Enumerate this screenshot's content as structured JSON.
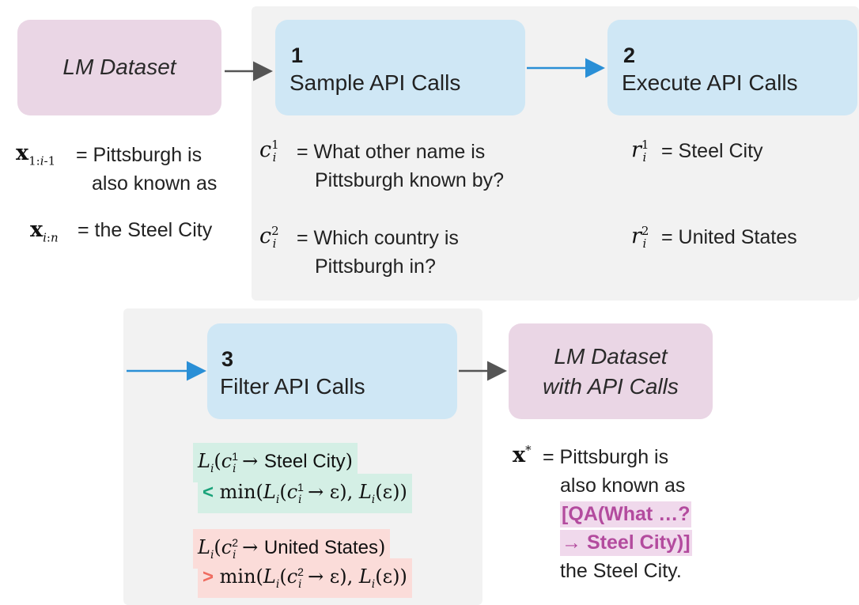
{
  "lm_dataset": "LM Dataset",
  "step1": {
    "number": "1",
    "label": "Sample API Calls"
  },
  "step2": {
    "number": "2",
    "label": "Execute API Calls"
  },
  "step3": {
    "number": "3",
    "label": "Filter API Calls"
  },
  "output_box": {
    "line1": "LM Dataset",
    "line2": "with API Calls"
  },
  "input": {
    "x_prefix_eq": "= Pittsburgh is",
    "x_prefix_cont": "also known as",
    "x_suffix_eq": "= the Steel City"
  },
  "calls": {
    "c1_line1": "= What other name is",
    "c1_line2": "Pittsburgh known by?",
    "c2_line1": "= Which country is",
    "c2_line2": "Pittsburgh in?"
  },
  "results": {
    "r1": "= Steel City",
    "r2": "= United States"
  },
  "filter": {
    "f1_target": "Steel City",
    "f1_cmp": "<",
    "f2_target": "United States",
    "f2_cmp": ">"
  },
  "output": {
    "eq": "= Pittsburgh is",
    "line2": "also known as",
    "api_line1": "[QA(What …?",
    "api_line2": "→ Steel City)]",
    "line5": "the Steel City."
  },
  "colors": {
    "blue_box": "#cfe7f5",
    "pink_box": "#ead6e5",
    "panel": "#f2f2f2",
    "arrow_blue": "#2a8fd6",
    "arrow_gray": "#555555",
    "green_highlight": "#d4efe5",
    "red_highlight": "#fbdcd9",
    "purple_text": "#b34b9e"
  }
}
